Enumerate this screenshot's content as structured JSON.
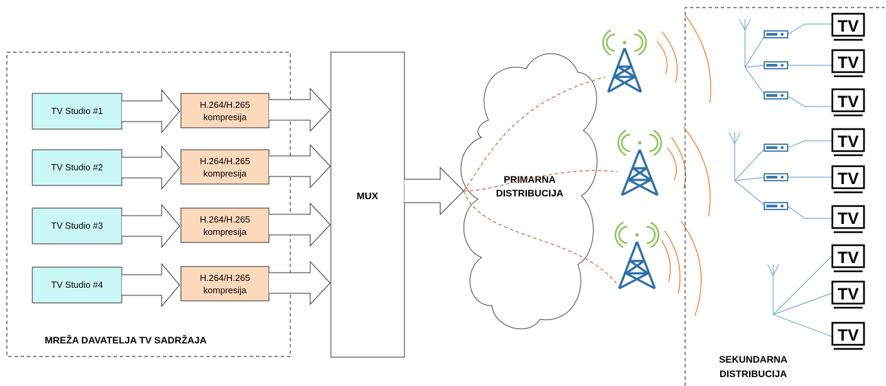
{
  "provider_network": {
    "caption": "MREŽA DAVATELJA TV SADRŽAJA",
    "studios": [
      "TV Studio #1",
      "TV Studio #2",
      "TV Studio #3",
      "TV Studio #4"
    ],
    "encoders": [
      {
        "line1": "H.264/H.265",
        "line2": "kompresija"
      },
      {
        "line1": "H.264/H.265",
        "line2": "kompresija"
      },
      {
        "line1": "H.264/H.265",
        "line2": "kompresija"
      },
      {
        "line1": "H.264/H.265",
        "line2": "kompresija"
      }
    ]
  },
  "mux": {
    "label": "MUX"
  },
  "primary": {
    "line1": "PRIMARNA",
    "line2": "DISTRIBUCIJA"
  },
  "secondary": {
    "line1": "SEKUNDARNA",
    "line2": "DISTRIBUCIJA"
  },
  "tv_label": "TV",
  "colors": {
    "studio_fill": "#ccf7f7",
    "encoder_fill": "#fbd9bd",
    "tower": "#2f6fa8",
    "signal_green": "#8fc45a",
    "wave_orange": "#ef7d2c",
    "dashed_link": "#d9573b",
    "secondary_lines": "#7aa9d6"
  }
}
